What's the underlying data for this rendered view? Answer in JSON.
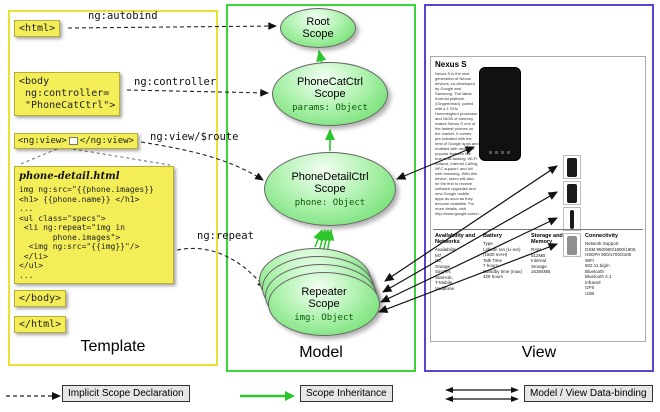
{
  "panels": {
    "template_label": "Template",
    "model_label": "Model",
    "view_label": "View"
  },
  "template": {
    "html_open": "<html>",
    "body_open_lines": [
      "<body",
      " ng:controller=",
      " \"PhoneCatCtrl\">"
    ],
    "ngview_open": "<ng:view>",
    "ngview_close": "</ng:view>",
    "code_title": "phone-detail.html",
    "code_lines": [
      "img ng:src=\"{{phone.images}}",
      "<h1> {{phone.name}} </h1>",
      "...",
      "<ul class=\"specs\">",
      " <li ng:repeat=\"img in",
      "       phone.images\">",
      "  <img ng:src=\"{{img}}\"/>",
      " </li>",
      "</ul>",
      "..."
    ],
    "body_close": "</body>",
    "html_close": "</html>"
  },
  "annotations": {
    "autobind": "ng:autobind",
    "controller": "ng:controller",
    "view_route": "ng:view/$route",
    "repeat": "ng:repeat"
  },
  "scopes": {
    "root": {
      "name": "Root",
      "type": "Scope"
    },
    "phonecat": {
      "name": "PhoneCatCtrl",
      "type": "Scope",
      "prop": "params: Object"
    },
    "phonedetail": {
      "name": "PhoneDetailCtrl",
      "type": "Scope",
      "prop": "phone: Object"
    },
    "repeater": {
      "name": "Repeater",
      "type": "Scope",
      "prop": "img: Object"
    }
  },
  "view_page": {
    "title": "Nexus S",
    "description": "Nexus S is the next generation of Nexus devices, co-developed by Google and Samsung. The latest Android platform (Gingerbread), paired with a 1 GHz Hummingbird processor and 16GB of memory, makes Nexus S one of the fastest phones on the market. It comes pre-installed with the best of Google apps and enabled with new and popular features like true multi-tasking, Wi-Fi hotspot, Internet Calling, NFC support, and full web browsing. With this device, users will also be the first to receive software upgrades and new Google mobile apps as soon as they become available. For more details, visit http://www.google.com/nexus.",
    "specs": [
      {
        "heading": "Availability and Networks",
        "items": [
          "Availability",
          "M7,",
          "O2,",
          "Orange,",
          "SingTel,",
          "StarHub,",
          "T-Mobile,",
          "Vodafone"
        ]
      },
      {
        "heading": "Battery",
        "items": [
          "Type",
          "Lithium Ion (Li-Ion) (1500 mAH)",
          "Talk Time",
          "7 hours",
          "Standby time (max)",
          "428 hours"
        ]
      },
      {
        "heading": "Storage and Memory",
        "items": [
          "RAM",
          "512MB",
          "Internal Storage",
          "16384MB"
        ]
      },
      {
        "heading": "Connectivity",
        "items": [
          "Network Support",
          "GSM 850/900/1800/1900, HSDPA 900/1700/2100",
          "WiFi",
          "802.11 b/g/n",
          "Bluetooth",
          "Bluetooth 2.1",
          "Infrared",
          "GPS",
          "USB"
        ]
      }
    ]
  },
  "legend": [
    {
      "label": "Implicit Scope Declaration"
    },
    {
      "label": "Scope Inheritance"
    },
    {
      "label": "Model / View Data-binding"
    }
  ]
}
